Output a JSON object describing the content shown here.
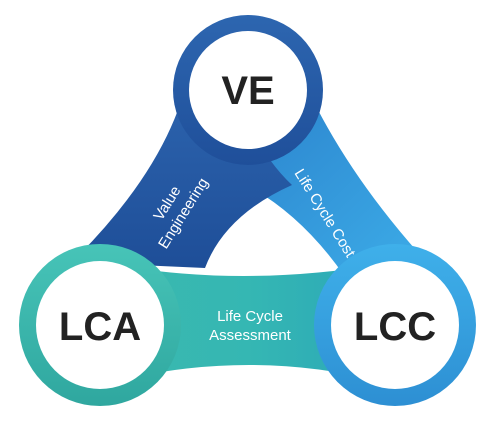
{
  "nodes": {
    "ve": {
      "label": "VE",
      "color": "#2f6db5"
    },
    "lca": {
      "label": "LCA",
      "color": "#3cb8b0"
    },
    "lcc": {
      "label": "LCC",
      "color": "#3aa2e0"
    }
  },
  "bands": {
    "value_engineering": {
      "line1": "Value",
      "line2": "Engineering"
    },
    "life_cycle_cost": {
      "line1": "Life Cycle Cost"
    },
    "life_cycle_assessment": {
      "line1": "Life Cycle",
      "line2": "Assessment"
    }
  }
}
